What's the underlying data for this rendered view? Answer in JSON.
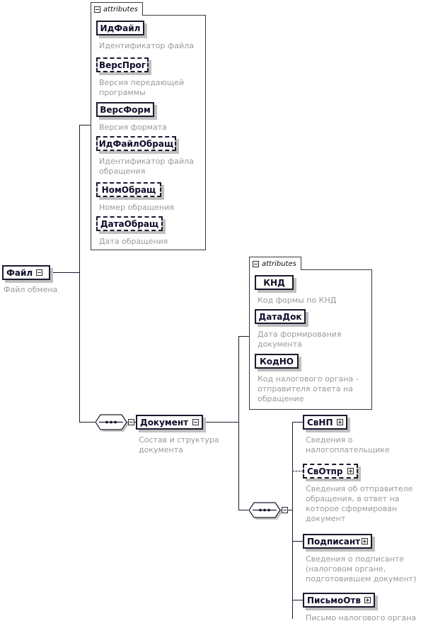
{
  "diagram": {
    "type": "xsd-schema-tree",
    "root": {
      "name": "Файл",
      "description": "Файл обмена",
      "toggle": "minus-icon"
    },
    "attribute_groups": [
      {
        "tab_label": "attributes",
        "toggle": "minus-icon",
        "attributes": [
          {
            "name": "ИдФайл",
            "required": true,
            "description": "Идентификатор файла"
          },
          {
            "name": "ВерсПрог",
            "required": false,
            "description": "Версия передающей\nпрограммы"
          },
          {
            "name": "ВерсФорм",
            "required": true,
            "description": "Версия формата"
          },
          {
            "name": "ИдФайлОбращ",
            "required": false,
            "description": "Идентификатор файла\nобращения"
          },
          {
            "name": "НомОбращ",
            "required": false,
            "description": "Номер обращения"
          },
          {
            "name": "ДатаОбращ",
            "required": false,
            "description": "Дата обращения"
          }
        ]
      },
      {
        "tab_label": "attributes",
        "toggle": "minus-icon",
        "attributes": [
          {
            "name": "КНД",
            "required": true,
            "description": "Код формы по КНД"
          },
          {
            "name": "ДатаДок",
            "required": true,
            "description": "Дата формирования\nдокумента"
          },
          {
            "name": "КодНО",
            "required": true,
            "description": "Код налогового органа -\nотправителя ответа на\nобращение"
          }
        ]
      }
    ],
    "sequences": [
      {
        "name": "sequence-connector-1",
        "toggle": "minus-icon"
      },
      {
        "name": "sequence-connector-2",
        "toggle": "minus-icon"
      }
    ],
    "elements": [
      {
        "name": "Документ",
        "required": true,
        "toggle": "minus-icon",
        "description": "Состав и структура\nдокумента"
      },
      {
        "name": "СвНП",
        "required": true,
        "toggle": "plus-icon",
        "description": "Сведения о\nналогоплательщике"
      },
      {
        "name": "СвОтпр",
        "required": false,
        "toggle": "plus-icon",
        "description": "Сведения об отправителе\nобращения, в ответ на\nкоторое сформирован\nдокумент"
      },
      {
        "name": "Подписант",
        "required": true,
        "toggle": "plus-icon",
        "description": "Сведения о подписанте\n(налоговом органе,\nподготовившем документ)"
      },
      {
        "name": "ПисьмоОтв",
        "required": true,
        "toggle": "plus-icon",
        "description": "Письмо налогового органа"
      }
    ],
    "colors": {
      "line": "#1a1a2e",
      "node_border": "#1a1a2e",
      "node_text": "#0d0d2b",
      "description_text": "#9a9a9a",
      "panel_border": "#3a3a3a",
      "shadow": "#bfbfbf",
      "background": "#ffffff"
    }
  }
}
